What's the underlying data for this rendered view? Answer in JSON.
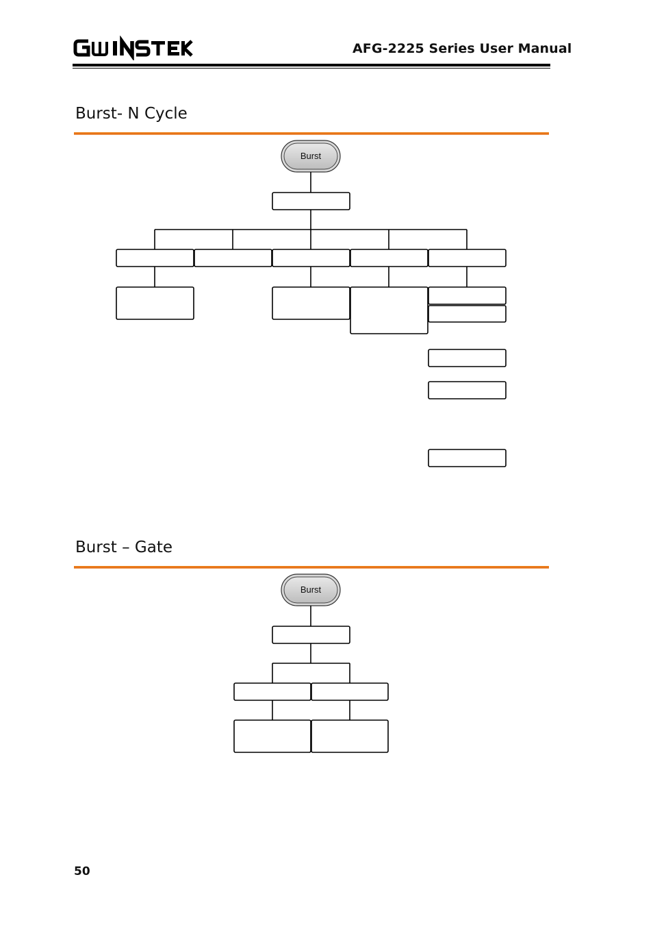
{
  "header": {
    "logo_text": "GW INSTEK",
    "doc_title": "AFG-2225 Series User Manual"
  },
  "sections": [
    {
      "title": "Burst- N Cycle",
      "root_key": "Burst"
    },
    {
      "title": "Burst – Gate",
      "root_key": "Burst"
    }
  ],
  "footer": {
    "page_number": "50"
  }
}
